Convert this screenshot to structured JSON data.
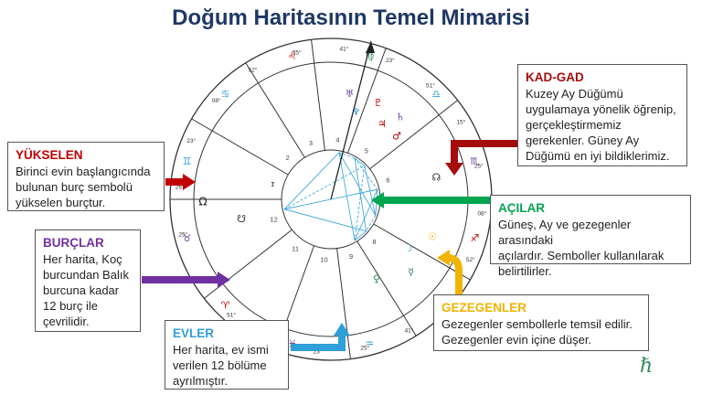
{
  "title": "Doğum Haritasının Temel Mimarisi",
  "colors": {
    "title": "#1f3864",
    "yukselen": "#c00000",
    "kadgad": "#a50d0d",
    "burclar": "#7030a0",
    "evler": "#2e9fd8",
    "acilar": "#00a550",
    "gezegenler": "#f0b400"
  },
  "boxes": {
    "kadgad": {
      "heading": "KAD-GAD",
      "body": "Kuzey Ay Düğümü\nuygulamaya yönelik öğrenip,\ngerçekleştirmemiz\ngerekenler. Güney Ay\nDüğümü en iyi bildiklerimiz."
    },
    "yukselen": {
      "heading": "YÜKSELEN",
      "body": "Birinci evin başlangıcında\nbulunan burç sembolü\nyükselen burçtur."
    },
    "acilar": {
      "heading": "AÇILAR",
      "body": "Güneş, Ay ve gezegenler arasındaki\naçılardır. Semboller kullanılarak\nbelirtilirler."
    },
    "burclar": {
      "heading": "BURÇLAR",
      "body": "Her harita, Koç\nburcundan Balık\nburcuna kadar\n12 burç ile\nçevrilidir."
    },
    "gezegenler": {
      "heading": "GEZEGENLER",
      "body": "Gezegenler sembollerle temsil edilir.\nGezegenler evin içine düşer."
    },
    "evler": {
      "heading": "EVLER",
      "body": "Her harita, ev ismi\nverilen 12 bölüme\nayrılmıştır."
    }
  },
  "wheel": {
    "house_numbers": [
      "1",
      "2",
      "3",
      "4",
      "5",
      "6",
      "7",
      "8",
      "9",
      "10",
      "11",
      "12"
    ],
    "cusp_degrees": [
      "26°",
      "23°",
      "08°",
      "52°",
      "25°",
      "41°",
      "23°",
      "51°",
      "15°",
      "25°",
      "08°",
      "52°",
      "25°",
      "41°",
      "25°",
      "23°",
      "23°",
      "51°",
      "15°",
      "25°"
    ],
    "zodiac_signs": [
      "♉",
      "♊",
      "♋",
      "♌",
      "♍",
      "♎",
      "♏",
      "♐",
      "♑",
      "♒",
      "♓",
      "♈"
    ],
    "planet_glyphs": [
      "♅",
      "♆",
      "♇",
      "♃",
      "♄",
      "♂",
      "☉",
      "☽",
      "☿",
      "♀",
      "☊",
      "☋"
    ],
    "ascendant_label": "Ω"
  },
  "signature": "ℏ"
}
